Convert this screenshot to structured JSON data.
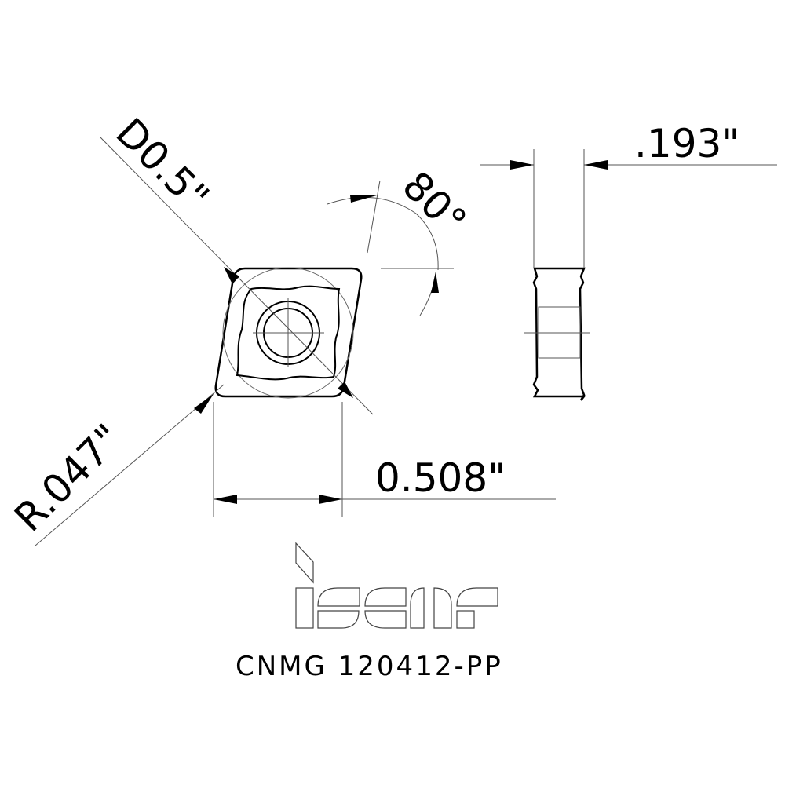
{
  "drawing": {
    "title": "CNMG 120412-PP",
    "brand": "iscar",
    "dimensions": {
      "inscribed_circle": "D0.5\"",
      "angle": "80°",
      "thickness": ".193\"",
      "length": "0.508\"",
      "corner_radius": "R.047\""
    },
    "colors": {
      "line": "#000000",
      "thin": "#555555",
      "background": "#ffffff"
    }
  }
}
